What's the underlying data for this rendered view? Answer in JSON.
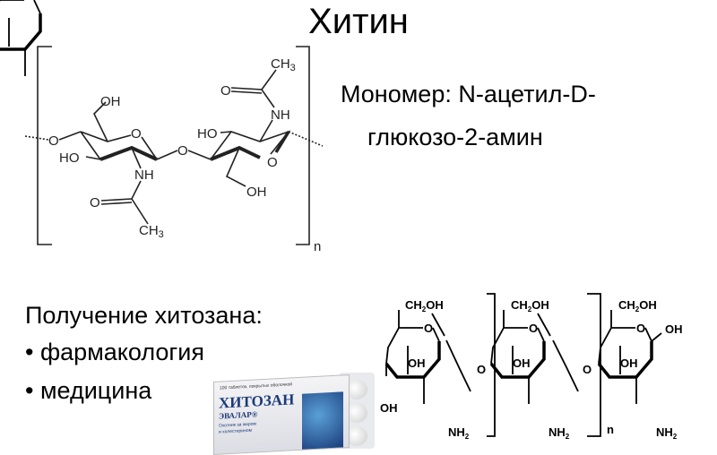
{
  "title": "Хитин",
  "monomer": {
    "line1": "Мономер: N-ацетил-D-",
    "line2": "глюкозо-2-амин"
  },
  "chitosan": {
    "heading": "Получение хитозана:",
    "bullets": [
      "• фармакология",
      "• медицина"
    ]
  },
  "chitin_formula": {
    "labels": {
      "oh": "OH",
      "ho": "HO",
      "o": "O",
      "nh": "NH",
      "ch3": "CH",
      "sub3": "3",
      "n": "n"
    }
  },
  "chitosan_formula": {
    "labels": {
      "ch2oh_a": "CH",
      "sub2": "2",
      "ch2oh_b": "OH",
      "o": "O",
      "oh": "OH",
      "nh": "NH",
      "n": "n"
    }
  },
  "product": {
    "top_line": "100 таблеток, покрытых оболочкой",
    "name": "ХИТОЗАН",
    "brand": "ЭВАЛАР®",
    "tagline1": "Охотник за жиром",
    "tagline2": "и холестерином"
  }
}
